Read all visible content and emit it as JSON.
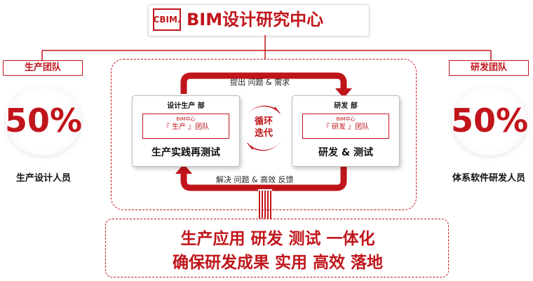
{
  "header": {
    "logo_text": "CBIM.",
    "title": "BIM设计研究中心"
  },
  "left": {
    "label": "生产团队",
    "percent": "50%",
    "caption": "生产设计人员"
  },
  "right": {
    "label": "研发团队",
    "percent": "50%",
    "caption": "体系软件研发人员"
  },
  "center": {
    "top_flow": "提出 问题 & 需求",
    "bottom_flow": "解决 问题 & 高效 反馈",
    "cycle_line1": "循环",
    "cycle_line2": "迭代",
    "left_box": {
      "title": "设计生产 部",
      "inner_small": "BIM中心",
      "inner_label": "『 生产 』团队",
      "main": "生产实践再测试"
    },
    "right_box": {
      "title": "研发 部",
      "inner_small": "BIM中心",
      "inner_label": "『 研发 』团队",
      "main": "研发 & 测试"
    }
  },
  "bottom": {
    "line1": "生产应用 研发 测试 一体化",
    "line2": "确保研发成果 实用 高效 落地"
  },
  "colors": {
    "accent": "#c0151b",
    "text": "#111111"
  }
}
